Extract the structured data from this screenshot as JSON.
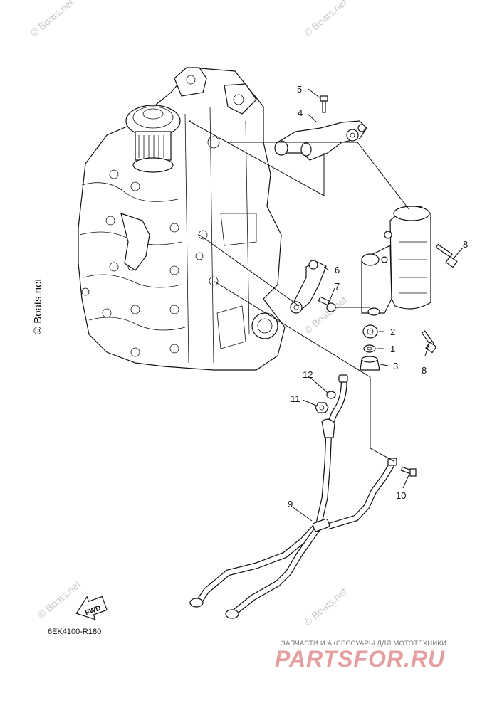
{
  "watermark": {
    "text": "© Boats.net",
    "color": "#c8c8c8"
  },
  "callouts": {
    "n1": "1",
    "n2": "2",
    "n3": "3",
    "n4": "4",
    "n5": "5",
    "n6": "6",
    "n7": "7",
    "n8a": "8",
    "n8b": "8",
    "n9": "9",
    "n10": "10",
    "n11": "11",
    "n12": "12"
  },
  "fwd_label": "FWD",
  "diagram_code": "6EK4100-R180",
  "ad": {
    "tagline": "ЗАПЧАСТИ И АКСЕССУАРЫ ДЛЯ МОТОТЕХНИКИ",
    "brand": "PARTSFOR.RU",
    "brand_color": "#e4a0a0"
  }
}
